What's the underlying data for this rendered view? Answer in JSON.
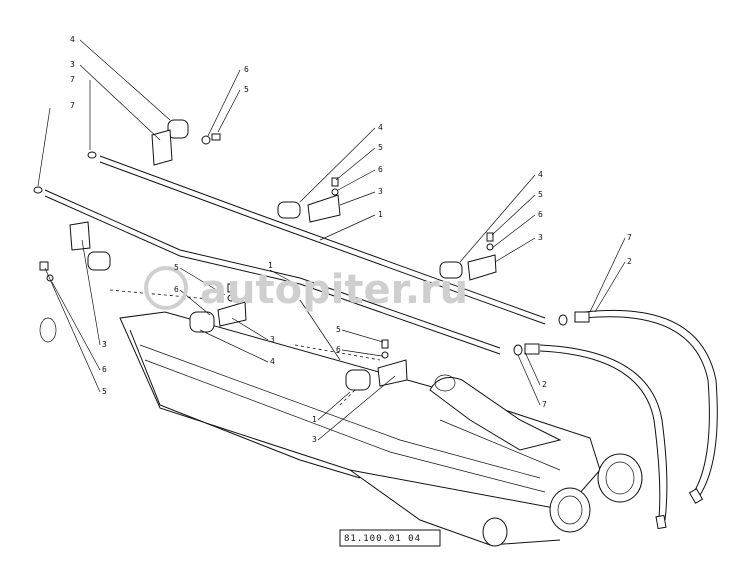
{
  "watermark": "autopiter.ru",
  "reference_code": "81.100.01 04",
  "callouts": {
    "c1": "4",
    "c2": "3",
    "c3": "7",
    "c4": "7",
    "c5": "6",
    "c6": "5",
    "c7": "1",
    "c8": "4",
    "c9": "5",
    "c10": "6",
    "c11": "3",
    "c12": "1",
    "c13": "5",
    "c14": "6",
    "c15": "3",
    "c16": "7",
    "c17": "2",
    "c18": "5",
    "c19": "6",
    "c20": "1",
    "c21": "3",
    "c22": "4",
    "c23": "5",
    "c24": "6",
    "c25": "4",
    "c26": "3",
    "c27": "2",
    "c28": "7",
    "c29": "3",
    "c30": "6",
    "c31": "5"
  }
}
